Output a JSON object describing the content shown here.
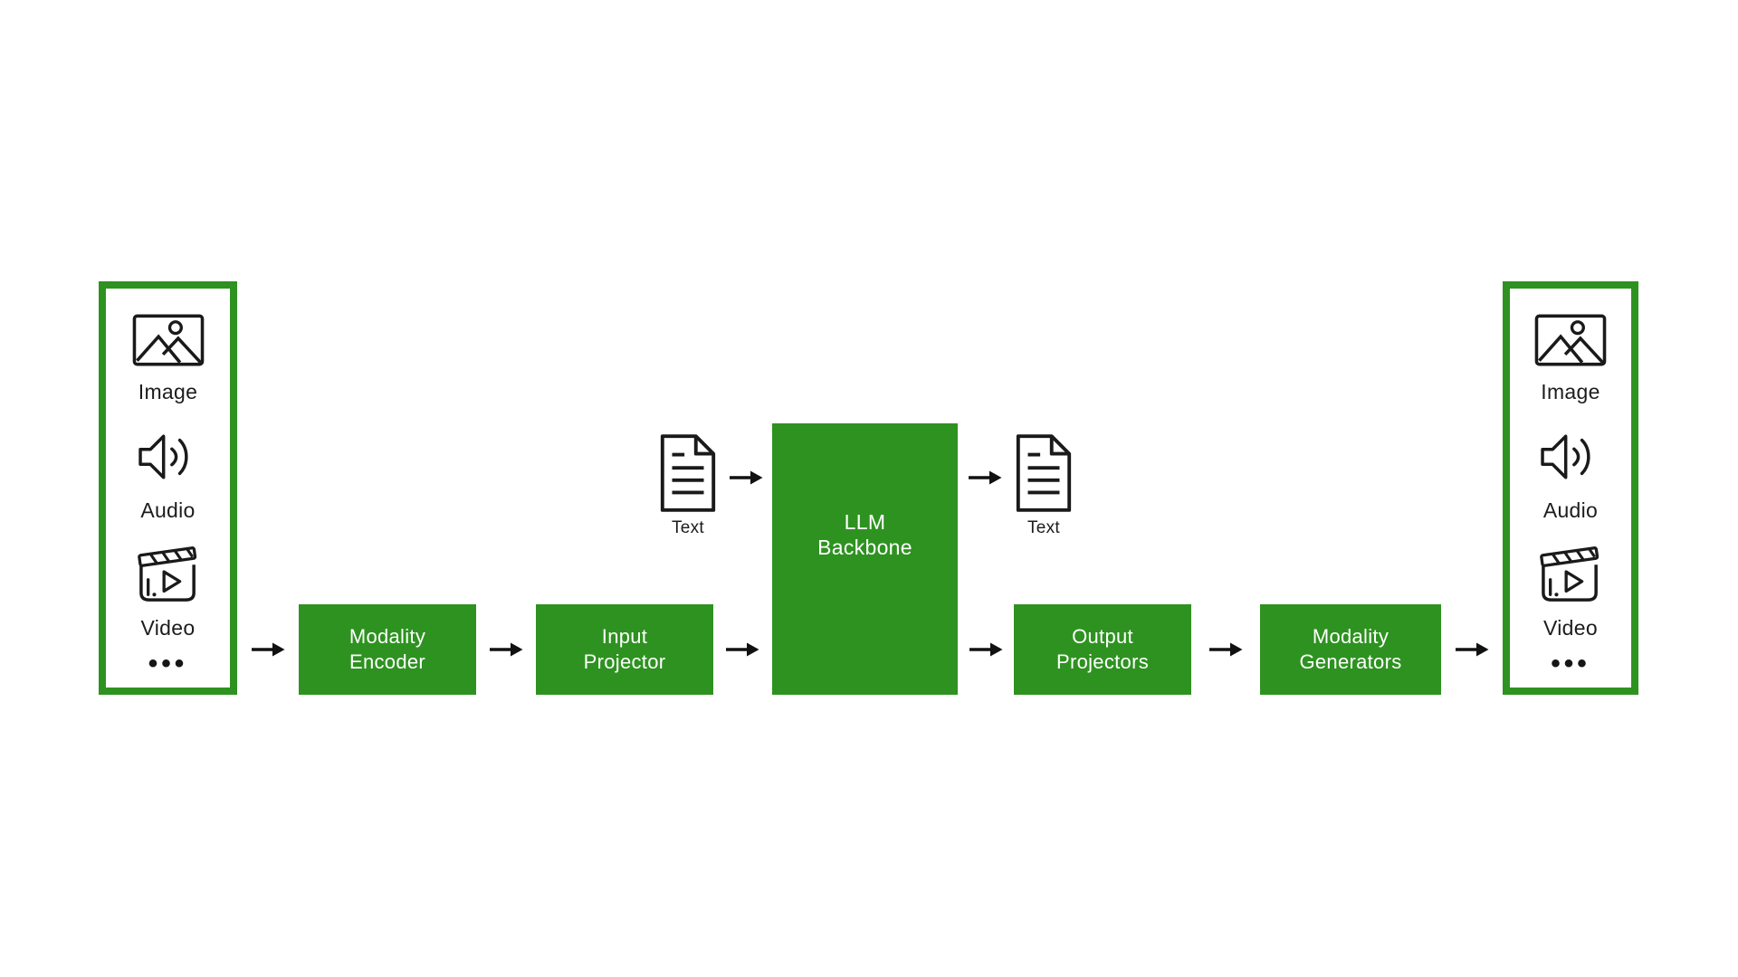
{
  "colors": {
    "background": "#ffffff",
    "green": "#2E9220",
    "label": "#1c1c1c",
    "node_text": "#ffffff",
    "ink": "#161616"
  },
  "input_panel": {
    "items": [
      {
        "icon": "image-icon",
        "label": "Image"
      },
      {
        "icon": "audio-icon",
        "label": "Audio"
      },
      {
        "icon": "video-icon",
        "label": "Video"
      }
    ],
    "ellipsis": "•••"
  },
  "output_panel": {
    "items": [
      {
        "icon": "image-icon",
        "label": "Image"
      },
      {
        "icon": "audio-icon",
        "label": "Audio"
      },
      {
        "icon": "video-icon",
        "label": "Video"
      }
    ],
    "ellipsis": "•••"
  },
  "pipeline": {
    "encoder": {
      "line1": "Modality",
      "line2": "Encoder"
    },
    "input_projector": {
      "line1": "Input",
      "line2": "Projector"
    },
    "llm": {
      "line1": "LLM",
      "line2": "Backbone"
    },
    "output_projectors": {
      "line1": "Output",
      "line2": "Projectors"
    },
    "generators": {
      "line1": "Modality",
      "line2": "Generators"
    }
  },
  "text_input": {
    "label": "Text"
  },
  "text_output": {
    "label": "Text"
  }
}
